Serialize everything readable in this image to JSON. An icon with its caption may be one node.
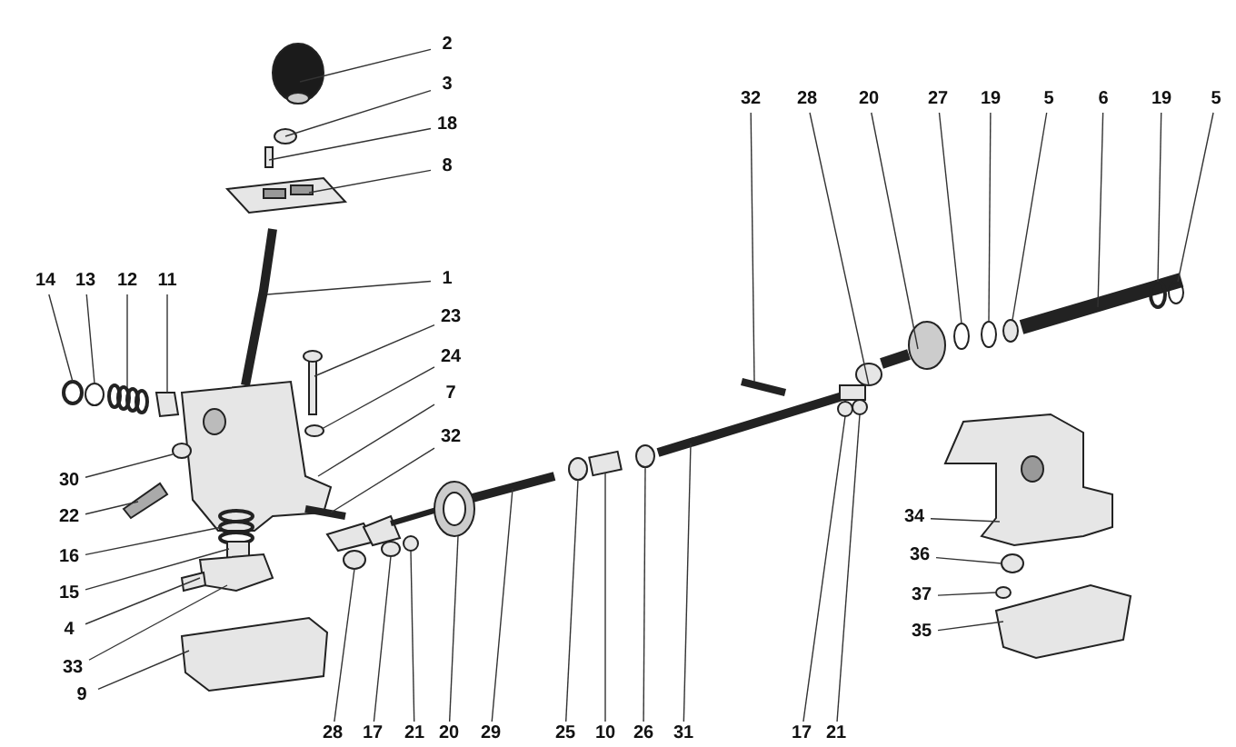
{
  "diagram": {
    "nodes": [
      {
        "text": [
          "2"
        ]
      },
      {
        "text": [
          "3"
        ]
      },
      {
        "text": [
          "18"
        ]
      },
      {
        "text": [
          "8"
        ]
      },
      {
        "text": [
          "1"
        ]
      },
      {
        "text": [
          "23"
        ]
      },
      {
        "text": [
          "24"
        ]
      },
      {
        "text": [
          "7"
        ]
      },
      {
        "text": [
          "32"
        ]
      },
      {
        "text": [
          "14"
        ]
      },
      {
        "text": [
          "13"
        ]
      },
      {
        "text": [
          "12"
        ]
      },
      {
        "text": [
          "11"
        ]
      },
      {
        "text": [
          "30"
        ]
      },
      {
        "text": [
          "22"
        ]
      },
      {
        "text": [
          "16"
        ]
      },
      {
        "text": [
          "15"
        ]
      },
      {
        "text": [
          "4"
        ]
      },
      {
        "text": [
          "33"
        ]
      },
      {
        "text": [
          "9"
        ]
      },
      {
        "text": [
          "28"
        ]
      },
      {
        "text": [
          "17"
        ]
      },
      {
        "text": [
          "21"
        ]
      },
      {
        "text": [
          "20"
        ]
      },
      {
        "text": [
          "29"
        ]
      },
      {
        "text": [
          "25"
        ]
      },
      {
        "text": [
          "10"
        ]
      },
      {
        "text": [
          "26"
        ]
      },
      {
        "text": [
          "31"
        ]
      },
      {
        "text": [
          "17"
        ]
      },
      {
        "text": [
          "21"
        ]
      },
      {
        "text": [
          "32"
        ]
      },
      {
        "text": [
          "28"
        ]
      },
      {
        "text": [
          "20"
        ]
      },
      {
        "text": [
          "27"
        ]
      },
      {
        "text": [
          "19"
        ]
      },
      {
        "text": [
          "5"
        ]
      },
      {
        "text": [
          "6"
        ]
      },
      {
        "text": [
          "19"
        ]
      },
      {
        "text": [
          "5"
        ]
      },
      {
        "text": [
          "34"
        ]
      },
      {
        "text": [
          "36"
        ]
      },
      {
        "text": [
          "37"
        ]
      },
      {
        "text": [
          "35"
        ]
      }
    ],
    "edges": [
      {
        "from": 0,
        "to": null,
        "arrow": "none"
      },
      {
        "from": 1,
        "to": null,
        "arrow": "none"
      },
      {
        "from": 2,
        "to": null,
        "arrow": "none"
      },
      {
        "from": 3,
        "to": null,
        "arrow": "none"
      },
      {
        "from": 4,
        "to": null,
        "arrow": "none"
      },
      {
        "from": 5,
        "to": null,
        "arrow": "none"
      },
      {
        "from": 6,
        "to": null,
        "arrow": "none"
      },
      {
        "from": 7,
        "to": null,
        "arrow": "none"
      },
      {
        "from": 8,
        "to": null,
        "arrow": "none"
      },
      {
        "from": 9,
        "to": null,
        "arrow": "none"
      },
      {
        "from": 10,
        "to": null,
        "arrow": "none"
      },
      {
        "from": 11,
        "to": null,
        "arrow": "none"
      },
      {
        "from": 12,
        "to": null,
        "arrow": "none"
      },
      {
        "from": 13,
        "to": null,
        "arrow": "none"
      },
      {
        "from": 14,
        "to": null,
        "arrow": "none"
      },
      {
        "from": 15,
        "to": null,
        "arrow": "none"
      },
      {
        "from": 16,
        "to": null,
        "arrow": "none"
      },
      {
        "from": 17,
        "to": null,
        "arrow": "none"
      },
      {
        "from": 18,
        "to": null,
        "arrow": "none"
      },
      {
        "from": 19,
        "to": null,
        "arrow": "none"
      },
      {
        "from": 20,
        "to": null,
        "arrow": "none"
      },
      {
        "from": 21,
        "to": null,
        "arrow": "none"
      },
      {
        "from": 22,
        "to": null,
        "arrow": "none"
      },
      {
        "from": 23,
        "to": null,
        "arrow": "none"
      },
      {
        "from": 24,
        "to": null,
        "arrow": "none"
      },
      {
        "from": 25,
        "to": null,
        "arrow": "none"
      },
      {
        "from": 26,
        "to": null,
        "arrow": "none"
      },
      {
        "from": 27,
        "to": null,
        "arrow": "none"
      },
      {
        "from": 28,
        "to": null,
        "arrow": "none"
      },
      {
        "from": 29,
        "to": null,
        "arrow": "none"
      },
      {
        "from": 30,
        "to": null,
        "arrow": "none"
      },
      {
        "from": 31,
        "to": null,
        "arrow": "none"
      },
      {
        "from": 32,
        "to": null,
        "arrow": "none"
      },
      {
        "from": 33,
        "to": null,
        "arrow": "none"
      },
      {
        "from": 34,
        "to": null,
        "arrow": "none"
      },
      {
        "from": 35,
        "to": null,
        "arrow": "none"
      },
      {
        "from": 36,
        "to": null,
        "arrow": "none"
      },
      {
        "from": 37,
        "to": null,
        "arrow": "none"
      },
      {
        "from": 38,
        "to": null,
        "arrow": "none"
      },
      {
        "from": 39,
        "to": null,
        "arrow": "none"
      },
      {
        "from": 40,
        "to": null,
        "arrow": "none"
      },
      {
        "from": 41,
        "to": null,
        "arrow": "none"
      },
      {
        "from": 42,
        "to": null,
        "arrow": "none"
      },
      {
        "from": 43,
        "to": null,
        "arrow": "none"
      }
    ]
  }
}
